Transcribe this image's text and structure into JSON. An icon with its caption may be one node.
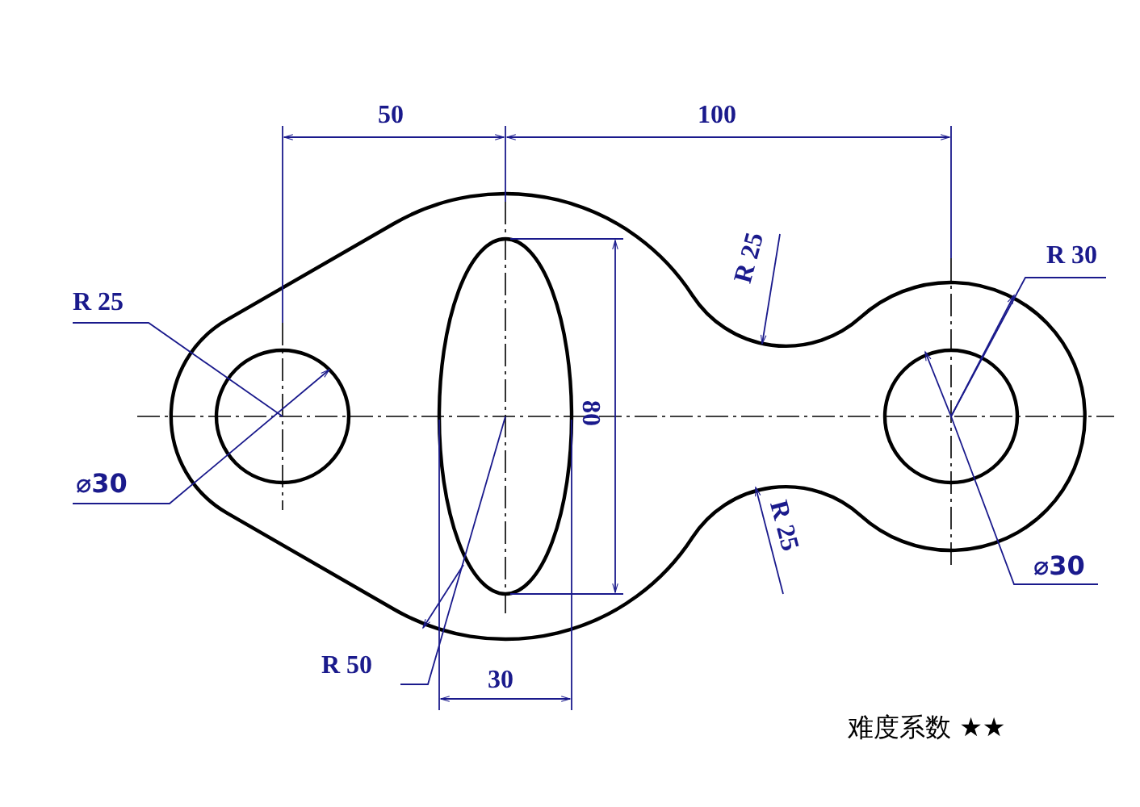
{
  "diagram": {
    "labels": [
      "50",
      "100",
      "R 30",
      "R 25",
      "R 25",
      "80",
      "⌀30",
      "R 25",
      "⌀30",
      "R 50",
      "30",
      "难度系数 ★★"
    ]
  }
}
